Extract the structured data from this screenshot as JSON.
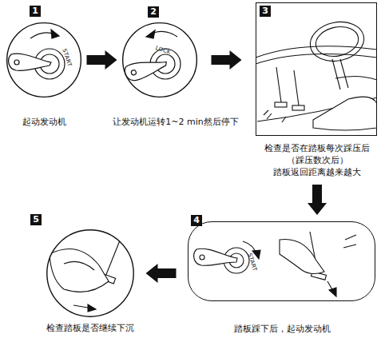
{
  "diagram": {
    "nodes": [
      {
        "text": [
          "1",
          "起动发动机"
        ]
      },
      {
        "text": [
          "2",
          "让发动机运转1~2 min然后停下"
        ]
      },
      {
        "text": [
          "3",
          "检查是否在踏板每次踩压后 （踩压数次后） 踏板返回距离越来越大"
        ]
      },
      {
        "text": [
          "4",
          "踏板踩下后，起动发动机"
        ]
      },
      {
        "text": [
          "5",
          "检查踏板是否继续下沉"
        ]
      }
    ],
    "edges": [
      {
        "from": 0,
        "to": 1,
        "arrow": "to"
      },
      {
        "from": 1,
        "to": 2,
        "arrow": "to"
      },
      {
        "from": 2,
        "to": 3,
        "arrow": "to"
      },
      {
        "from": 3,
        "to": 4,
        "arrow": "to"
      }
    ],
    "labels": [
      "START",
      "LOCK",
      "START"
    ]
  }
}
